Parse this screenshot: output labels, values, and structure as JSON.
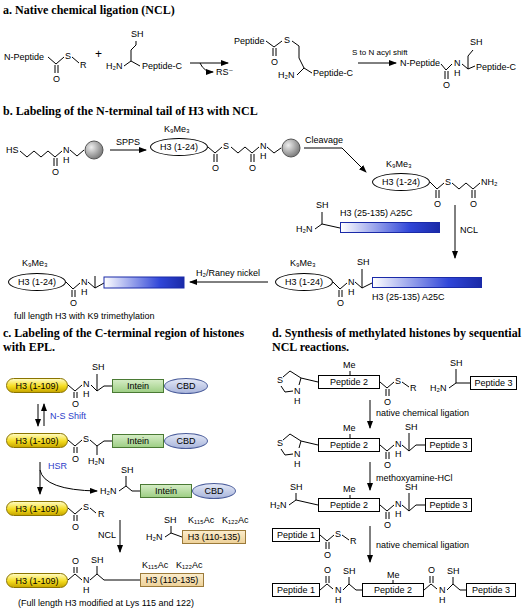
{
  "diagram": {
    "nodes": [
      {
        "text": [
          "H3 (1-24)"
        ]
      },
      {
        "text": [
          "H3 (1-24)"
        ]
      },
      {
        "text": [
          "H3 (25-135) A25C"
        ]
      },
      {
        "text": [
          "H3 (1-24)"
        ]
      },
      {
        "text": [
          "H3 (25-135) A25C"
        ]
      },
      {
        "text": [
          "H3 (1-24)"
        ]
      },
      {
        "text": [
          "H3 (1-109)"
        ]
      },
      {
        "text": [
          "Intein"
        ]
      },
      {
        "text": [
          "CBD"
        ]
      },
      {
        "text": [
          "H3 (1-109)"
        ]
      },
      {
        "text": [
          "Intein"
        ]
      },
      {
        "text": [
          "CBD"
        ]
      },
      {
        "text": [
          "Intein"
        ]
      },
      {
        "text": [
          "CBD"
        ]
      },
      {
        "text": [
          "H3 (1-109)"
        ]
      },
      {
        "text": [
          "H3 (110-135)"
        ]
      },
      {
        "text": [
          "H3 (1-109)"
        ]
      },
      {
        "text": [
          "H3 (110-135)"
        ]
      },
      {
        "text": [
          "Peptide 2"
        ]
      },
      {
        "text": [
          "Peptide 3"
        ]
      },
      {
        "text": [
          "Peptide 2"
        ]
      },
      {
        "text": [
          "Peptide 3"
        ]
      },
      {
        "text": [
          "Peptide 2"
        ]
      },
      {
        "text": [
          "Peptide 3"
        ]
      },
      {
        "text": [
          "Peptide 1"
        ]
      },
      {
        "text": [
          "Peptide 1"
        ]
      },
      {
        "text": [
          "Peptide 2"
        ]
      },
      {
        "text": [
          "Peptide 3"
        ]
      }
    ],
    "labels": [
      "a. Native chemical ligation (NCL)",
      "N-Peptide",
      "O",
      "S",
      "R",
      "+",
      "SH",
      "H₂N",
      "Peptide-C",
      "RS⁻",
      "Peptide",
      "O",
      "S",
      "H₂N",
      "Peptide-C",
      "S to N acyl shift",
      "N-Peptide",
      "O",
      "N",
      "H",
      "SH",
      "Peptide-C",
      "b. Labeling of the N-terminal tail of H3 with NCL",
      "HS",
      "O",
      "N",
      "H",
      "SPPS",
      "K₉Me₃",
      "O",
      "S",
      "O",
      "N",
      "H",
      "Cleavage",
      "K₉Me₃",
      "O",
      "S",
      "O",
      "NH₂",
      "NCL",
      "SH",
      "H₂N",
      "K₉Me₃",
      "O",
      "N",
      "H",
      "SH",
      "H₂/Raney nickel",
      "K₉Me₃",
      "O",
      "N",
      "H",
      "full length H3 with K9 trimethylation",
      "c. Labeling of the C-terminal region of histones with EPL.",
      "O",
      "N",
      "H",
      "SH",
      "N-S Shift",
      "O",
      "S",
      "H₂N",
      "HSR",
      "SH",
      "H₂N",
      "O",
      "S",
      "R",
      "NCL",
      "SH",
      "H₂N",
      "K₁₁₅Ac",
      "K₁₂₂Ac",
      "O",
      "N",
      "H",
      "SH",
      "K₁₁₅Ac",
      "K₁₂₂Ac",
      "(Full length H3 modified at Lys 115 and 122)",
      "d. Synthesis of methylated histones by sequential NCL reactions.",
      "S",
      "N",
      "H",
      "Me",
      "O",
      "S",
      "R",
      "SH",
      "H₂N",
      "native chemical ligation",
      "S",
      "N",
      "H",
      "Me",
      "O",
      "N",
      "H",
      "SH",
      "methoxyamine-HCl",
      "H₂N",
      "SH",
      "Me",
      "O",
      "N",
      "H",
      "SH",
      "O",
      "S",
      "R",
      "native chemical ligation",
      "O",
      "N",
      "H",
      "SH",
      "Me",
      "O",
      "N",
      "H",
      "SH"
    ]
  }
}
